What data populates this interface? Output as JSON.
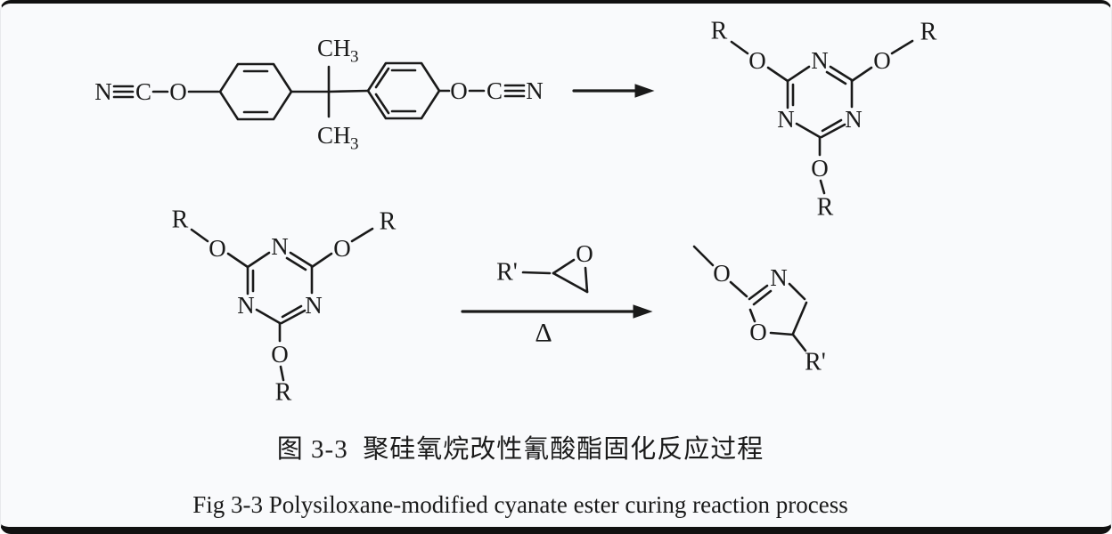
{
  "figure": {
    "caption_zh": "图 3-3  聚硅氧烷改性氰酸酯固化反应过程",
    "caption_en": "Fig 3-3 Polysiloxane-modified cyanate ester curing reaction process"
  },
  "labels": {
    "N": "N",
    "C": "C",
    "O": "O",
    "R": "R",
    "R_prime": "R'",
    "CH": "CH",
    "sub_3": "3",
    "delta": "Δ"
  },
  "colors": {
    "ink": "#1a1a1a",
    "background": "#f9fafc",
    "frame": "#111111"
  }
}
